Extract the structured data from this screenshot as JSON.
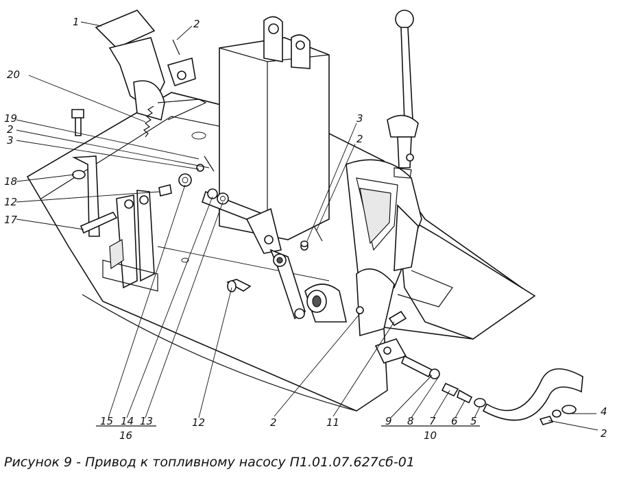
{
  "caption": "Рисунок 9 - Привод к топливному насосу П1.01.07.627сб-01",
  "labels": {
    "l1": "1",
    "l2a": "2",
    "l20": "20",
    "l19": "19",
    "l2b": "2",
    "l3a": "3",
    "l18": "18",
    "l12a": "12",
    "l17": "17",
    "l3b": "3",
    "l2c": "2",
    "l15": "15",
    "l14": "14",
    "l13": "13",
    "l16": "16",
    "l12b": "12",
    "l2d": "2",
    "l11": "11",
    "l9": "9",
    "l8": "8",
    "l7": "7",
    "l6": "6",
    "l5": "5",
    "l10": "10",
    "l4": "4",
    "l2e": "2"
  }
}
